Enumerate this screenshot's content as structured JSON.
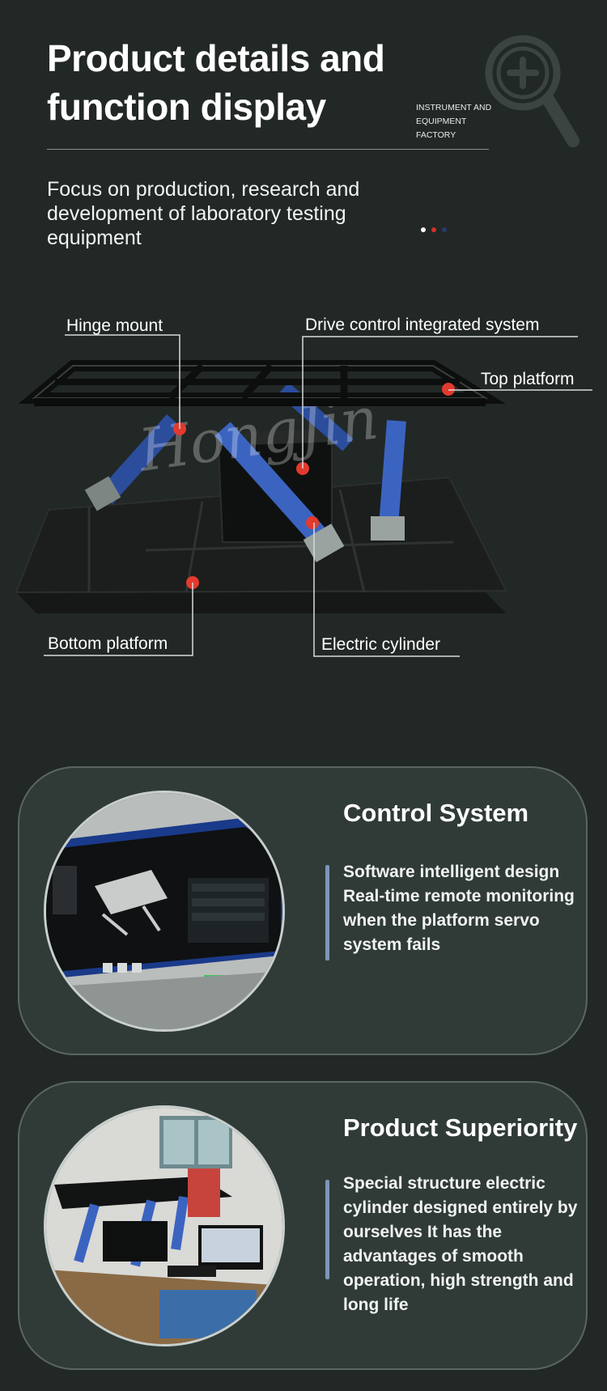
{
  "header": {
    "title_line1": "Product details and",
    "title_line2": "function display",
    "tag_lines": [
      "INSTRUMENT AND",
      "EQUIPMENT",
      "FACTORY"
    ],
    "subtitle": "Focus on production, research and development of laboratory testing equipment",
    "dot_colors": [
      "#ffffff",
      "#d4312b",
      "#243a6e"
    ],
    "icon": "zoom-in-magnifier-icon"
  },
  "diagram": {
    "watermark": "HongJin",
    "callouts": {
      "hinge_mount": "Hinge mount",
      "drive_control": "Drive control integrated system",
      "top_platform": "Top platform",
      "bottom_platform": "Bottom platform",
      "electric_cylinder": "Electric cylinder"
    },
    "marker_color": "#e23a2e"
  },
  "cards": [
    {
      "title": "Control System",
      "text": "Software intelligent design Real-time remote monitoring when the platform servo system fails"
    },
    {
      "title": "Product Superiority",
      "text": "Special structure electric cylinder designed entirely by ourselves It has the advantages of smooth operation, high strength and long life"
    }
  ],
  "colors": {
    "background": "#222826",
    "card_background": "#303b38",
    "accent_bar": "#7f95b8"
  }
}
